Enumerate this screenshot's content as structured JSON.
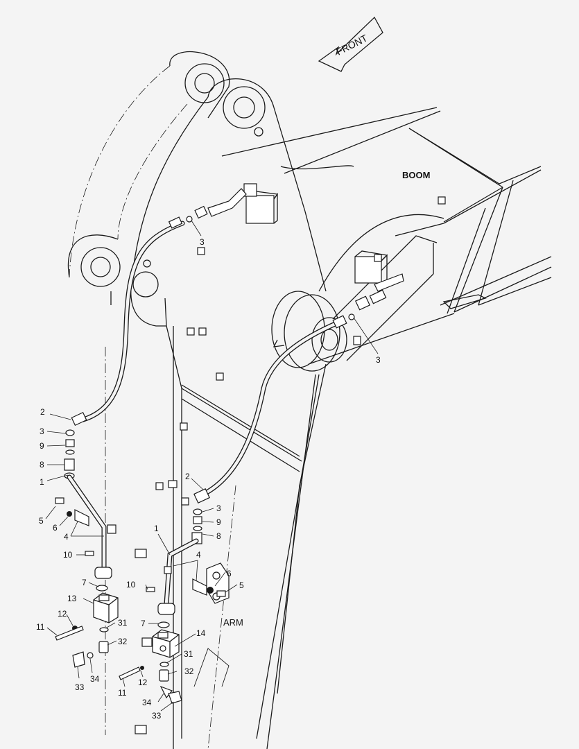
{
  "front_label": "FRONT",
  "region_labels": {
    "boom": "BOOM",
    "arm": "ARM"
  },
  "callouts": [
    "3",
    "3",
    "2",
    "3",
    "9",
    "8",
    "1",
    "5",
    "6",
    "4",
    "10",
    "7",
    "13",
    "12",
    "11",
    "31",
    "32",
    "34",
    "33",
    "2",
    "3",
    "9",
    "8",
    "1",
    "4",
    "6",
    "5",
    "10",
    "7",
    "14",
    "31",
    "32",
    "11",
    "12",
    "34",
    "33"
  ]
}
